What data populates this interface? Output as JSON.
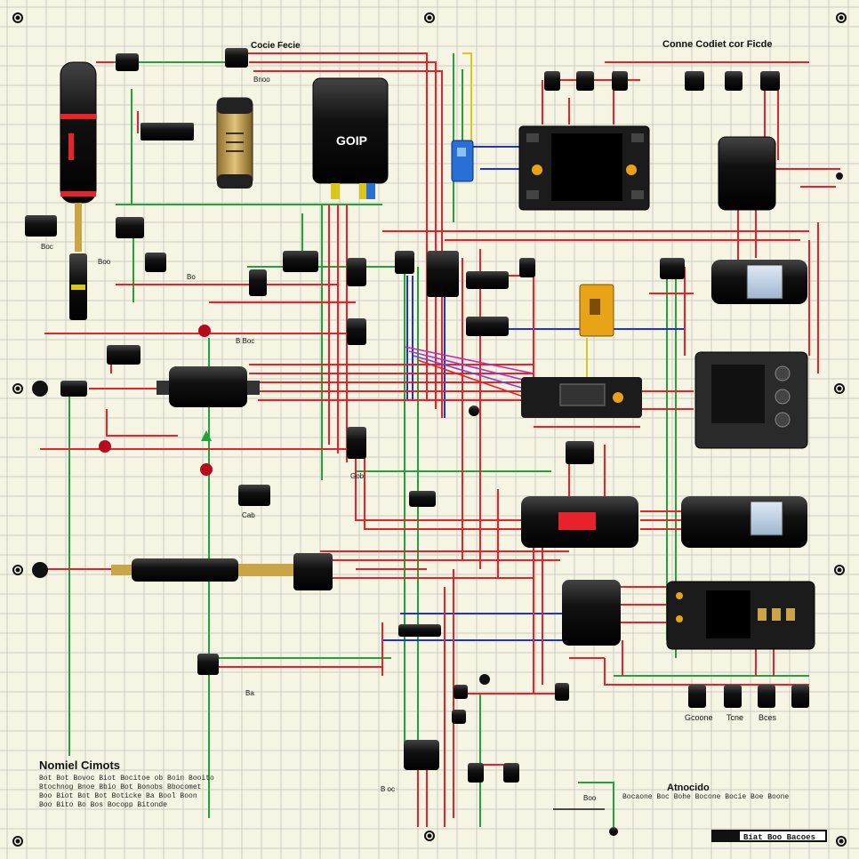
{
  "headers": {
    "top_left": "Cocie Fecie",
    "top_right": "Conne Codiet cor Ficde"
  },
  "component_labels": {
    "main_box": "GOIP",
    "c1": "Boc",
    "c2": "Boo",
    "c3": "Bo",
    "c4": "B Boc",
    "c5": "Cab",
    "c6": "Gob",
    "c7": "B oc",
    "c8": "Boo",
    "c9": "Ba",
    "c10": "Bnoo"
  },
  "bottom_right_labels": [
    "Gcoone",
    "Tcne",
    "Bces"
  ],
  "legend": {
    "title": "Nomiel Cimots",
    "lines": [
      "Bot Bot Bovoc Biot Bocitoe ob Boin Booito",
      "Btochnog Bnoe Bbio Bot Bonobs Bbocomet",
      "Boo Biot Bot Bot Boticke Ba Bool Boon",
      "Boo Bito Bo Bos Bocopp Bitonde"
    ]
  },
  "notes": {
    "title": "Atnocido",
    "line": "Bocaone Boc Bohe Bocone Bocie Boe Boone"
  },
  "code_box": "Biat Boo Bacoes",
  "colors": {
    "background": "#f6f5e4",
    "grid": "#c9ccc6",
    "wire_red": "#e8222a",
    "wire_green": "#22a33a",
    "wire_blue": "#2233cc",
    "wire_yellow": "#d9c81a",
    "accent_orange": "#e8a316",
    "accent_blue": "#2a6fd6",
    "brass": "#c9a548"
  }
}
